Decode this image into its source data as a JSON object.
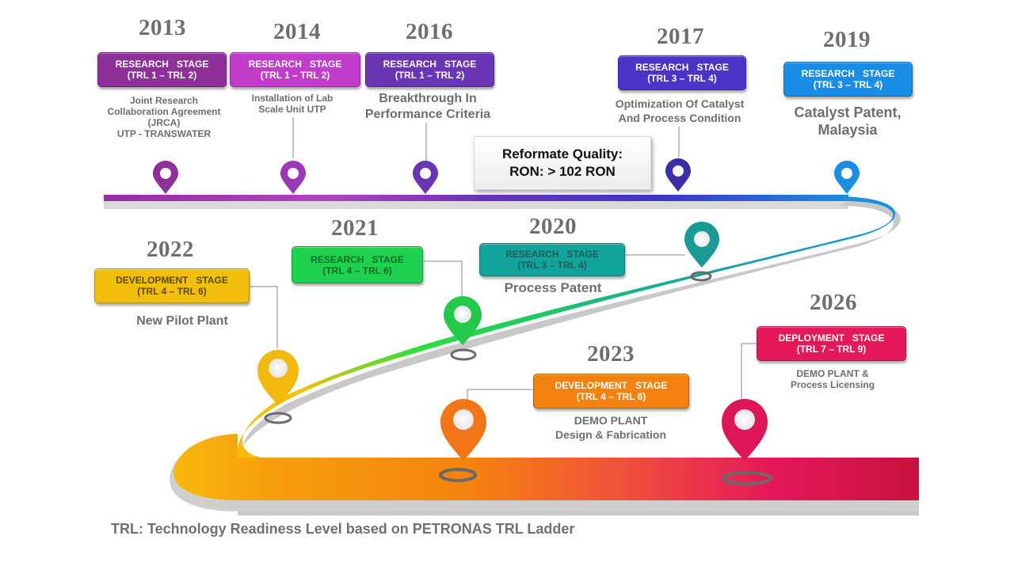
{
  "milestones": [
    {
      "year": "2013",
      "stage_l1": "RESEARCH   STAGE",
      "stage_l2": "(TRL 1 – TRL 2)",
      "color": "#8e2f9a",
      "desc": [
        "Joint Research",
        "Collaboration Agreement",
        "(JRCA)",
        "UTP - TRANSWATER"
      ]
    },
    {
      "year": "2014",
      "stage_l1": "RESEARCH   STAGE",
      "stage_l2": "(TRL 1 – TRL 2)",
      "color": "#b53fc4",
      "desc": [
        "Installation of Lab",
        "Scale Unit UTP"
      ]
    },
    {
      "year": "2016",
      "stage_l1": "RESEARCH   STAGE",
      "stage_l2": "(TRL 1 – TRL 2)",
      "color": "#6a35b4",
      "desc": [
        "Breakthrough In",
        "Performance Criteria"
      ]
    },
    {
      "year": "2017",
      "stage_l1": "RESEARCH   STAGE",
      "stage_l2": "(TRL 3 – TRL 4)",
      "color": "#4b33c8",
      "desc": [
        "Optimization Of Catalyst",
        "And Process Condition"
      ]
    },
    {
      "year": "2019",
      "stage_l1": "RESEARCH   STAGE",
      "stage_l2": "(TRL 3 – TRL 4)",
      "color": "#1a8ee6",
      "desc": [
        "Catalyst Patent,",
        "Malaysia"
      ]
    },
    {
      "year": "2020",
      "stage_l1": "RESEARCH   STAGE",
      "stage_l2": "(TRL 3 – TRL 4)",
      "color": "#12a39d",
      "desc": [
        "Process Patent"
      ]
    },
    {
      "year": "2021",
      "stage_l1": "RESEARCH   STAGE",
      "stage_l2": "(TRL 4 – TRL 6)",
      "color": "#1ed14e",
      "desc": []
    },
    {
      "year": "2022",
      "stage_l1": "DEVELOPMENT   STAGE",
      "stage_l2": "(TRL 4 – TRL 6)",
      "color": "#f2c00c",
      "desc": [
        "New Pilot Plant"
      ]
    },
    {
      "year": "2023",
      "stage_l1": "DEVELOPMENT   STAGE",
      "stage_l2": "(TRL 4 – TRL 6)",
      "color": "#f5820e",
      "desc": [
        "DEMO PLANT",
        "Design & Fabrication"
      ]
    },
    {
      "year": "2026",
      "stage_l1": "DEPLOYMENT   STAGE",
      "stage_l2": "(TRL 7 – TRL 9)",
      "color": "#e5185a",
      "desc": [
        "DEMO PLANT &",
        "Process Licensing"
      ]
    }
  ],
  "callout": {
    "line1": "Reformate Quality:",
    "line2": "RON: > 102 RON"
  },
  "footnote": "TRL: Technology Readiness Level based on PETRONAS TRL Ladder"
}
